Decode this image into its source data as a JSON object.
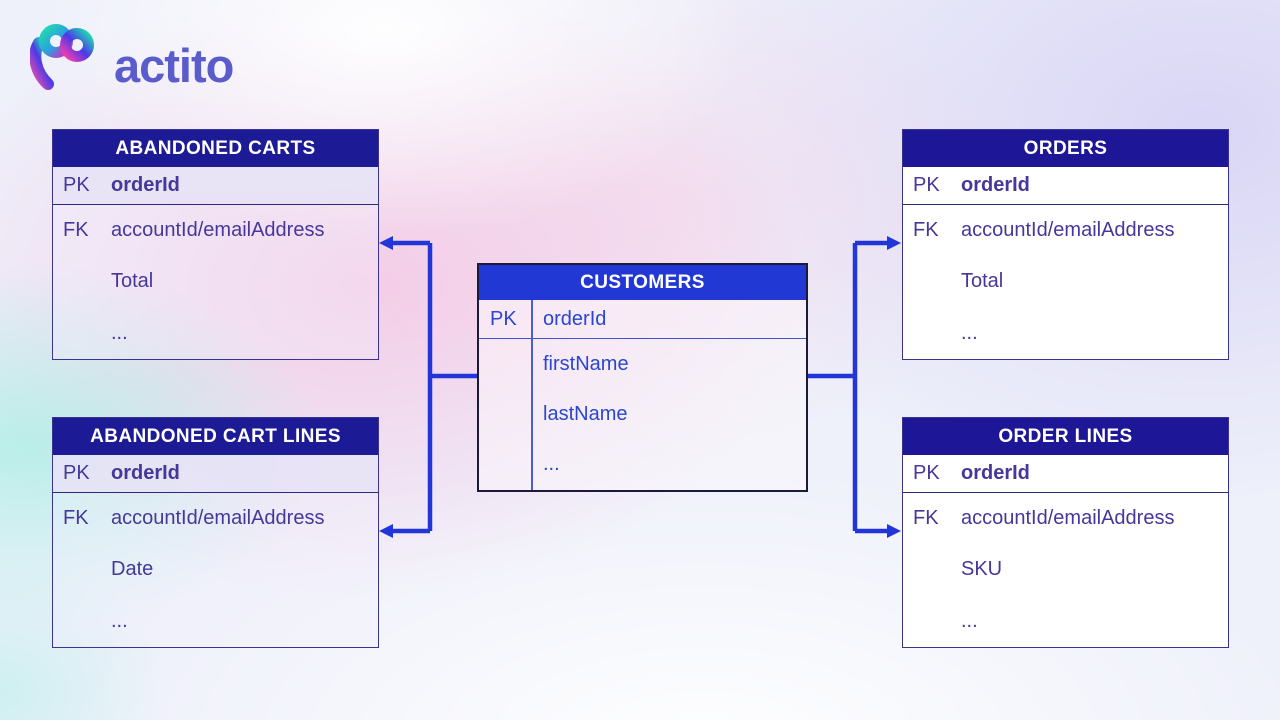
{
  "brand": {
    "name": "actito",
    "icon": "heart-ribbon-logo",
    "wordmark_color": "#5b5ccb"
  },
  "colors": {
    "header_navy": "#1d1a96",
    "header_blue": "#2238d4",
    "connector_blue": "#2135d8",
    "text_purple": "#45389a",
    "text_blue": "#2a46cf",
    "background_base": "#eef0fa"
  },
  "entities": {
    "abandoned_carts": {
      "title": "ABANDONED CARTS",
      "pk_label": "PK",
      "pk_field": "orderId",
      "fk_label": "FK",
      "fk_field": "accountId/emailAddress",
      "field2": "Total",
      "field3": "..."
    },
    "abandoned_cart_lines": {
      "title": "ABANDONED CART LINES",
      "pk_label": "PK",
      "pk_field": "orderId",
      "fk_label": "FK",
      "fk_field": "accountId/emailAddress",
      "field2": "Date",
      "field3": "..."
    },
    "customers": {
      "title": "CUSTOMERS",
      "pk_label": "PK",
      "pk_field": "orderId",
      "field1": "firstName",
      "field2": "lastName",
      "field3": "..."
    },
    "orders": {
      "title": "ORDERS",
      "pk_label": "PK",
      "pk_field": "orderId",
      "fk_label": "FK",
      "fk_field": "accountId/emailAddress",
      "field2": "Total",
      "field3": "..."
    },
    "order_lines": {
      "title": "ORDER LINES",
      "pk_label": "PK",
      "pk_field": "orderId",
      "fk_label": "FK",
      "fk_field": "accountId/emailAddress",
      "field2": "SKU",
      "field3": "..."
    }
  },
  "relationships": [
    {
      "from": "CUSTOMERS",
      "to": "ABANDONED CARTS"
    },
    {
      "from": "CUSTOMERS",
      "to": "ABANDONED CART LINES"
    },
    {
      "from": "CUSTOMERS",
      "to": "ORDERS"
    },
    {
      "from": "CUSTOMERS",
      "to": "ORDER LINES"
    }
  ]
}
